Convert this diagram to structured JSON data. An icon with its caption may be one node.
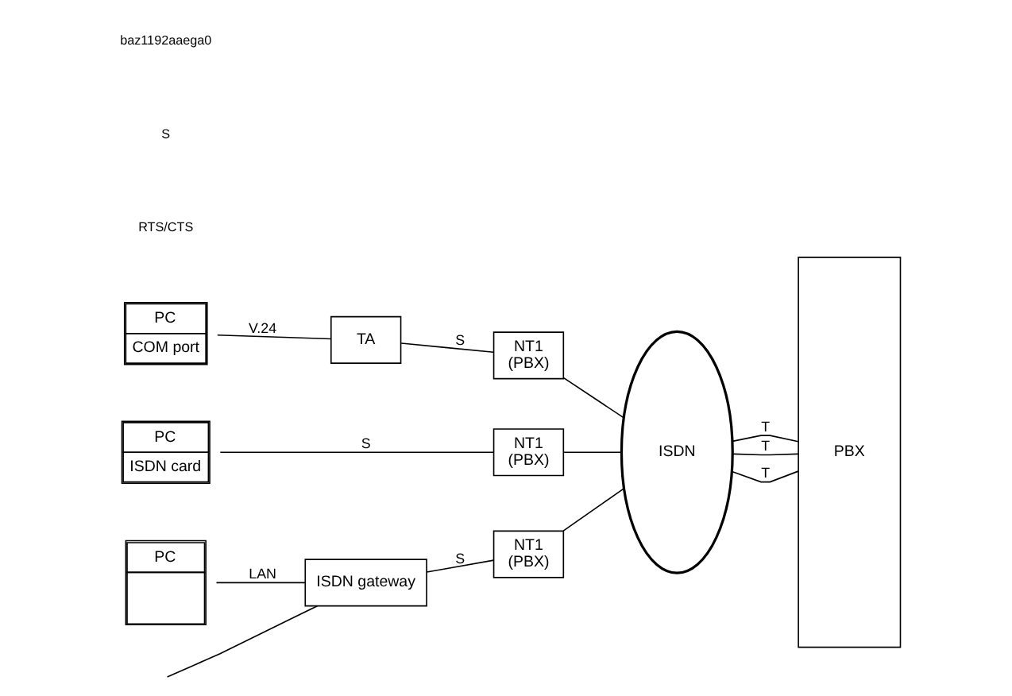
{
  "diagram": {
    "nodes": [
      {
        "text": [
          "PC",
          "COM port"
        ]
      },
      {
        "text": [
          "TA"
        ]
      },
      {
        "text": [
          "NT1 (PBX)"
        ]
      },
      {
        "text": [
          "PC",
          "ISDN card"
        ]
      },
      {
        "text": [
          "NT1 (PBX)"
        ]
      },
      {
        "text": [
          "PC"
        ]
      },
      {
        "text": [
          "ISDN gateway"
        ]
      },
      {
        "text": [
          "NT1 (PBX)"
        ]
      },
      {
        "text": [
          "ISDN"
        ]
      },
      {
        "text": [
          "PBX"
        ]
      }
    ],
    "edges": [
      {
        "from": 0,
        "to": 1,
        "label": "V.24",
        "arrow": "none"
      },
      {
        "from": 1,
        "to": 2,
        "label": "S",
        "arrow": "none"
      },
      {
        "from": 3,
        "to": 4,
        "label": "S",
        "arrow": "none"
      },
      {
        "from": null,
        "to": 6,
        "arrow": "none"
      },
      {
        "from": 5,
        "to": 6,
        "label": "LAN",
        "arrow": "none"
      },
      {
        "from": 6,
        "to": 7,
        "label": "S",
        "arrow": "none"
      },
      {
        "from": 2,
        "to": 8,
        "arrow": "none"
      },
      {
        "from": 4,
        "to": 8,
        "arrow": "none"
      },
      {
        "from": 7,
        "to": 8,
        "arrow": "none"
      },
      {
        "from": 8,
        "to": 9,
        "label": "T",
        "arrow": "none"
      },
      {
        "from": 8,
        "to": 9,
        "label": "T",
        "arrow": "none"
      },
      {
        "from": 8,
        "to": 9,
        "label": "T",
        "arrow": "none"
      }
    ],
    "labels": [
      "RTS/CTS",
      "S",
      "baz1192aaega0"
    ]
  }
}
